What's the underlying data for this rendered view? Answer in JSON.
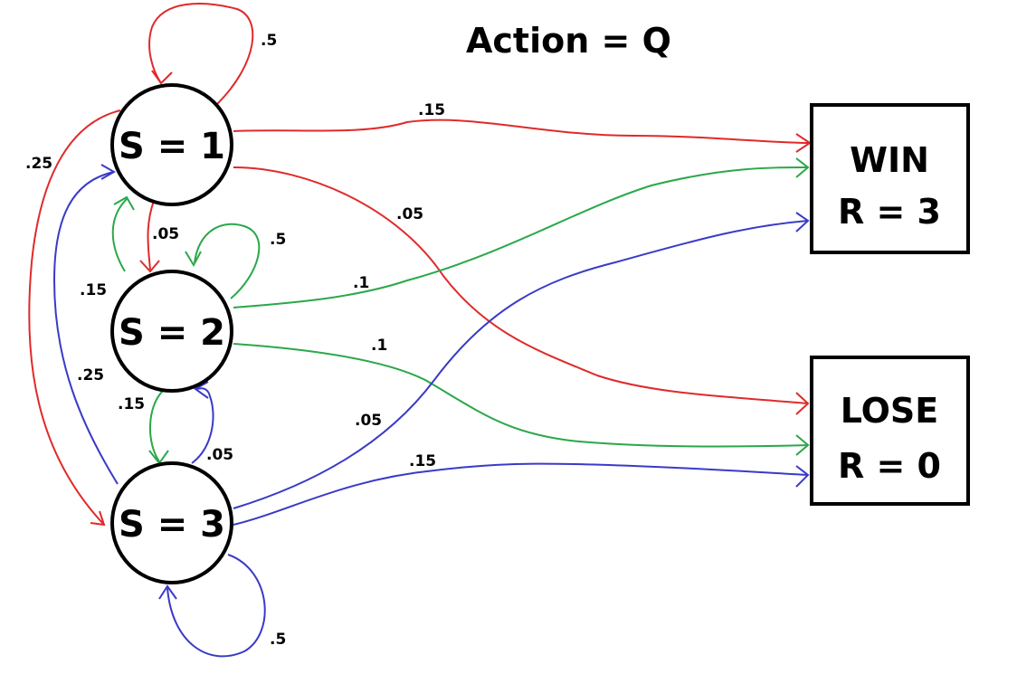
{
  "title": "Action = Q",
  "colors": {
    "red": "#e02a2a",
    "green": "#2aa84a",
    "blue": "#3a3ac8"
  },
  "nodes": [
    {
      "label": "S = 1"
    },
    {
      "label": "S = 2"
    },
    {
      "label": "S = 3"
    }
  ],
  "terminals": {
    "win": {
      "name": "WIN",
      "reward": "R = 3"
    },
    "lose": {
      "name": "LOSE",
      "reward": "R = 0"
    }
  },
  "edges": {
    "s1_s1": {
      "from": "S = 1",
      "to": "S = 1",
      "color": "red",
      "label": ".5"
    },
    "s1_win": {
      "from": "S = 1",
      "to": "WIN",
      "color": "red",
      "label": ".15"
    },
    "s1_lose": {
      "from": "S = 1",
      "to": "LOSE",
      "color": "red",
      "label": ".05"
    },
    "s1_s2": {
      "from": "S = 1",
      "to": "S = 2",
      "color": "red",
      "label": ".05"
    },
    "s1_s3": {
      "from": "S = 1",
      "to": "S = 3",
      "color": "red",
      "label": ".25"
    },
    "s2_s1": {
      "from": "S = 2",
      "to": "S = 1",
      "color": "green",
      "label": ".15"
    },
    "s2_s2": {
      "from": "S = 2",
      "to": "S = 2",
      "color": "green",
      "label": ".5"
    },
    "s2_win": {
      "from": "S = 2",
      "to": "WIN",
      "color": "green",
      "label": ".1"
    },
    "s2_lose": {
      "from": "S = 2",
      "to": "LOSE",
      "color": "green",
      "label": ".1"
    },
    "s2_s3": {
      "from": "S = 2",
      "to": "S = 3",
      "color": "green",
      "label": ".15"
    },
    "s3_s1": {
      "from": "S = 3",
      "to": "S = 1",
      "color": "blue",
      "label": ".25"
    },
    "s3_s2": {
      "from": "S = 3",
      "to": "S = 2",
      "color": "blue",
      "label": ".05"
    },
    "s3_s3": {
      "from": "S = 3",
      "to": "S = 3",
      "color": "blue",
      "label": ".5"
    },
    "s3_win": {
      "from": "S = 3",
      "to": "WIN",
      "color": "blue",
      "label": ".05"
    },
    "s3_lose": {
      "from": "S = 3",
      "to": "LOSE",
      "color": "blue",
      "label": ".15"
    }
  }
}
